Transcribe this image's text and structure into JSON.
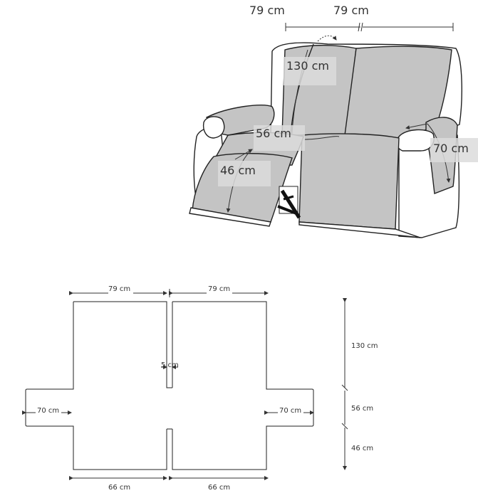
{
  "sofa": {
    "width_left": "79 cm",
    "width_right": "79 cm",
    "back_height": "130 cm",
    "seat_depth": "56 cm",
    "footrest": "46 cm",
    "arm": "70 cm"
  },
  "flat": {
    "top_left": "79 cm",
    "top_right": "79 cm",
    "gap": "5 cm",
    "arm_left": "70 cm",
    "arm_right": "70 cm",
    "bottom_left": "66 cm",
    "bottom_right": "66 cm",
    "side_back": "130 cm",
    "side_seat": "56 cm",
    "side_foot": "46 cm"
  },
  "colors": {
    "cover": "#c4c4c4",
    "outline": "#222222",
    "label_box": "#dcdcdc"
  }
}
